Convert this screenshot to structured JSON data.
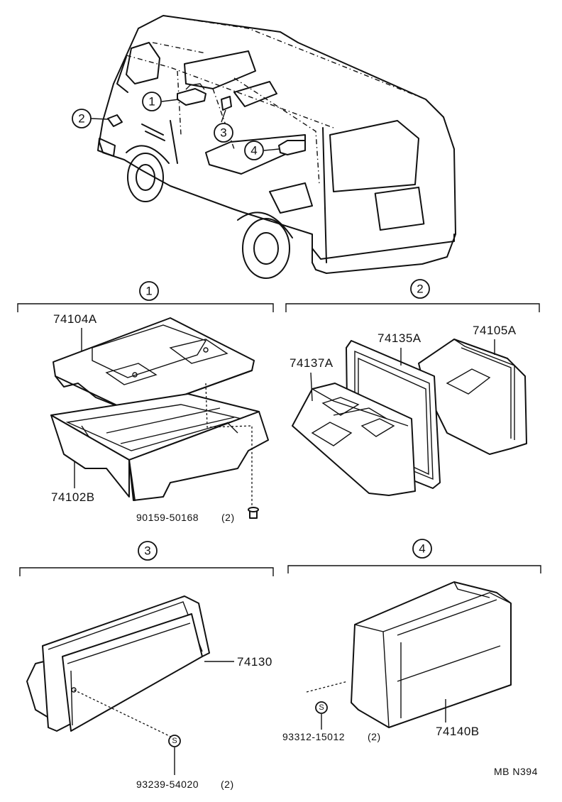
{
  "callouts": {
    "c1": "1",
    "c2": "2",
    "c3": "3",
    "c4": "4"
  },
  "group1": {
    "header": "1",
    "parts": {
      "upper": "74104A",
      "lower": "74102B",
      "screw": "90159-50168",
      "screw_qty": "(2)"
    }
  },
  "group2": {
    "header": "2",
    "parts": {
      "front": "74137A",
      "gasket": "74135A",
      "housing": "74105A"
    }
  },
  "group3": {
    "header": "3",
    "parts": {
      "ashtray": "74130",
      "screw": "93239-54020",
      "screw_qty": "(2)",
      "screw_mark": "S"
    }
  },
  "group4": {
    "header": "4",
    "parts": {
      "ashtray": "74140B",
      "screw": "93312-15012",
      "screw_qty": "(2)",
      "screw_mark": "S"
    }
  },
  "footer_code": "MB N394"
}
